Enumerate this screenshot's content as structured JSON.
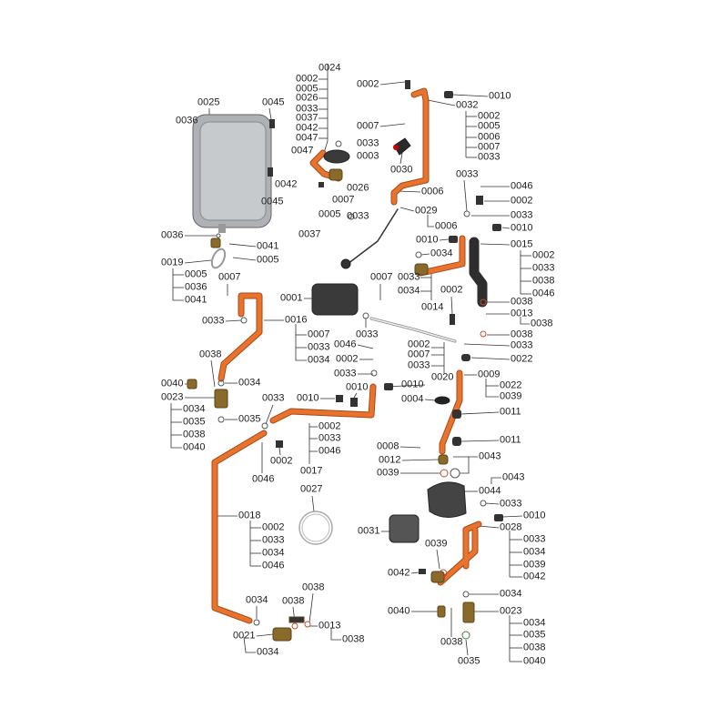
{
  "diagram": {
    "title_hidden": null,
    "colors": {
      "copper_pipe": "#e8732c",
      "pipe_outline": "#a8491a",
      "tank": "#b9bcc0",
      "dark_part": "#3a3a3a",
      "brass": "#8a6a2a",
      "leader": "#333333"
    },
    "callouts": [
      "0024",
      "0002",
      "0005",
      "0026",
      "0033",
      "0037",
      "0042",
      "0047",
      "0025",
      "0036",
      "0045",
      "0047",
      "0003",
      "0033",
      "0042",
      "0026",
      "0005",
      "0007",
      "0033",
      "0037",
      "0045",
      "0002",
      "0010",
      "0032",
      "0002",
      "0005",
      "0006",
      "0007",
      "0033",
      "0007",
      "0030",
      "0006",
      "0029",
      "0006",
      "0033",
      "0046",
      "0002",
      "0033",
      "0010",
      "0010",
      "0015",
      "0002",
      "0033",
      "0038",
      "0046",
      "0034",
      "0033",
      "0034",
      "0014",
      "0002",
      "0038",
      "0013",
      "0038",
      "0038",
      "0007",
      "0001",
      "0033",
      "0046",
      "0002",
      "0033",
      "0002",
      "0007",
      "0033",
      "0033",
      "0022",
      "0020",
      "0009",
      "0022",
      "0039",
      "0010",
      "0004",
      "0011",
      "0011",
      "0008",
      "0012",
      "0039",
      "0043",
      "0043",
      "0044",
      "0033",
      "0010",
      "0028",
      "0033",
      "0034",
      "0039",
      "0042",
      "0031",
      "0039",
      "0042",
      "0034",
      "0040",
      "0023",
      "0034",
      "0035",
      "0038",
      "0040",
      "0038",
      "0035",
      "0036",
      "0041",
      "0005",
      "0019",
      "0005",
      "0036",
      "0041",
      "0007",
      "0033",
      "0016",
      "0007",
      "0033",
      "0034",
      "0038",
      "0040",
      "0034",
      "0023",
      "0034",
      "0035",
      "0038",
      "0040",
      "0035",
      "0033",
      "0010",
      "0010",
      "0002",
      "0033",
      "0046",
      "0017",
      "0046",
      "0002",
      "0027",
      "0018",
      "0002",
      "0033",
      "0034",
      "0046",
      "0034",
      "0038",
      "0038",
      "0013",
      "0038",
      "0021",
      "0034"
    ]
  }
}
